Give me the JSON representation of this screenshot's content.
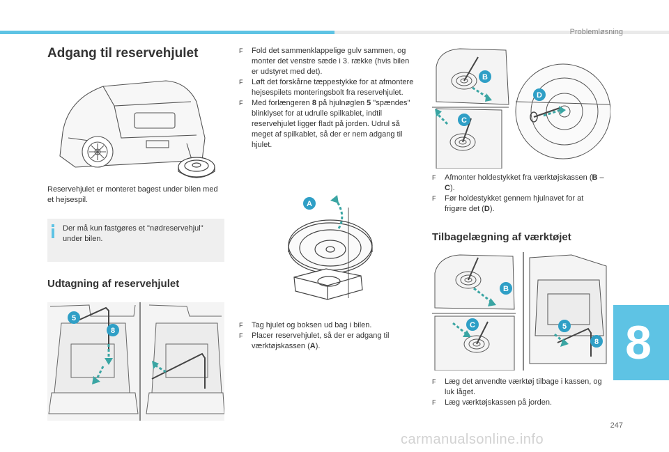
{
  "header": {
    "section": "Problemløsning"
  },
  "chapter": {
    "number": "8"
  },
  "page": {
    "number": "247"
  },
  "watermark": "carmanualsonline.info",
  "left": {
    "title": "Adgang til reservehjulet",
    "intro": "Reservehjulet er monteret bagest under bilen med et hejsespil.",
    "note": "Der må kun fastgøres et \"nødreservehjul\" under bilen.",
    "subtitle": "Udtagning af reservehjulet",
    "callouts": {
      "five": "5",
      "eight": "8"
    }
  },
  "middle": {
    "steps": [
      {
        "pre": "Fold det sammenklappelige gulv sammen, og monter det venstre sæde i 3. række (hvis bilen er udstyret med det)."
      },
      {
        "pre": "Løft det forskårne tæppestykke for at afmontere hejsespilets monteringsbolt fra reservehjulet."
      },
      {
        "pre": "Med forlængeren ",
        "b1": "8",
        "mid": " på hjulnøglen ",
        "b2": "5",
        "post": " \"spændes\" blinklyset for at udrulle spilkablet, indtil reservehjulet ligger fladt på jorden. Udrul så meget af spilkablet, så der er nem adgang til hjulet."
      }
    ],
    "callout_a": "A",
    "steps2": [
      {
        "pre": "Tag hjulet og boksen ud bag i bilen."
      },
      {
        "pre": "Placer reservehjulet, så der er adgang til værktøjskassen (",
        "b1": "A",
        "post": ")."
      }
    ]
  },
  "right": {
    "callouts": {
      "b": "B",
      "c": "C",
      "d": "D"
    },
    "steps": [
      {
        "pre": "Afmonter holdestykket fra værktøjskassen (",
        "b1": "B",
        "mid": " – ",
        "b2": "C",
        "post": ")."
      },
      {
        "pre": "Før holdestykket gennem hjulnavet for at frigøre det (",
        "b1": "D",
        "post": ")."
      }
    ],
    "subtitle": "Tilbagelægning af værktøjet",
    "callouts2": {
      "b": "B",
      "c": "C",
      "five": "5",
      "eight": "8"
    },
    "steps2": [
      {
        "pre": "Læg det anvendte værktøj tilbage i kassen, og luk låget."
      },
      {
        "pre": "Læg værktøjskassen på jorden."
      }
    ]
  },
  "bullet_glyph": "F",
  "colors": {
    "accent": "#5ec3e4",
    "arrow": "#3aa5a3",
    "line": "#444444"
  }
}
